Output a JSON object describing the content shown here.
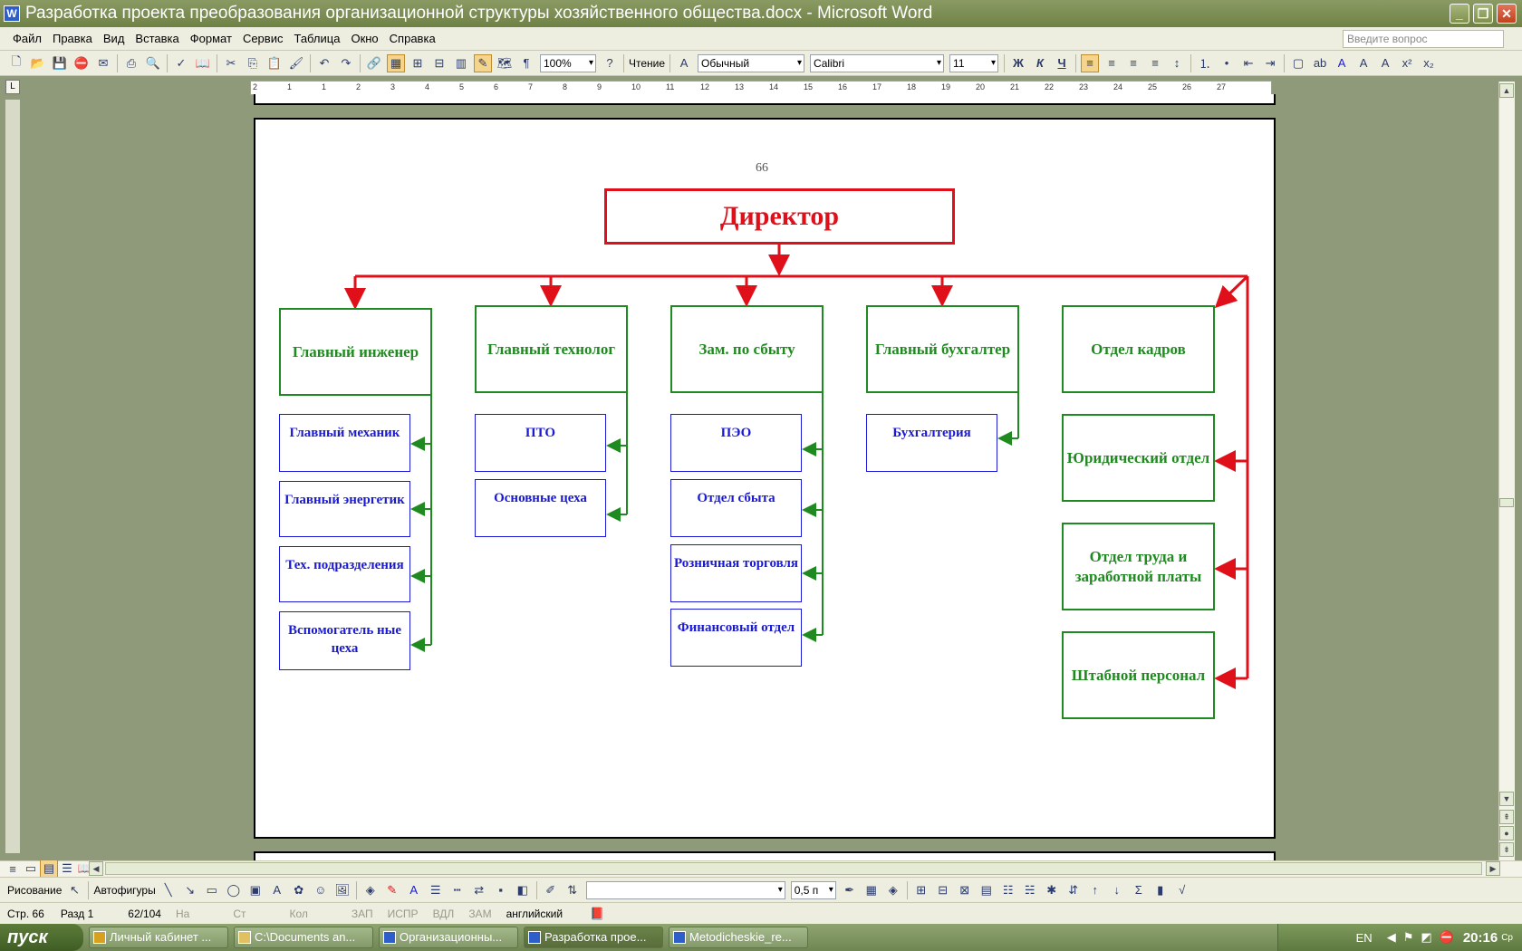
{
  "window": {
    "title": "Разработка проекта преобразования организационной структуры хозяйственного общества.docx - Microsoft Word",
    "app_icon": "W"
  },
  "menu": {
    "items": [
      "Файл",
      "Правка",
      "Вид",
      "Вставка",
      "Формат",
      "Сервис",
      "Таблица",
      "Окно",
      "Справка"
    ],
    "help_placeholder": "Введите вопрос"
  },
  "toolbar": {
    "zoom": "100%",
    "reading": "Чтение",
    "style": "Обычный",
    "font": "Calibri",
    "size": "11",
    "bold": "Ж",
    "italic": "К",
    "underline": "Ч"
  },
  "ruler": {
    "ticks": [
      "2",
      "1",
      "1",
      "2",
      "3",
      "4",
      "5",
      "6",
      "7",
      "8",
      "9",
      "10",
      "11",
      "12",
      "13",
      "14",
      "15",
      "16",
      "17",
      "18",
      "19",
      "20",
      "21",
      "22",
      "23",
      "24",
      "25",
      "26",
      "27"
    ]
  },
  "document": {
    "page_number": "66",
    "director": "Директор",
    "heads": [
      "Главный инженер",
      "Главный технолог",
      "Зам. по сбыту",
      "Главный бухгалтер",
      "Отдел кадров"
    ],
    "col1": [
      "Главный механик",
      "Главный энергетик",
      "Тех. подразделения",
      "Вспомогатель ные цеха"
    ],
    "col2": [
      "ПТО",
      "Основные цеха"
    ],
    "col3": [
      "ПЭО",
      "Отдел сбыта",
      "Розничная торговля",
      "Финансовый отдел"
    ],
    "col4": [
      "Бухгалтерия"
    ],
    "col5": [
      "Юридический отдел",
      "Отдел труда и заработной платы",
      "Штабной персонал"
    ]
  },
  "drawbar": {
    "drawing": "Рисование",
    "autoshapes": "Автофигуры",
    "line_width": "0,5 п"
  },
  "status": {
    "page": "Стр. 66",
    "section": "Разд 1",
    "count": "62/104",
    "at": "На",
    "line": "Ст",
    "col": "Кол",
    "rec": "ЗАП",
    "trk": "ИСПР",
    "ext": "ВДЛ",
    "ovr": "ЗАМ",
    "lang": "английский"
  },
  "taskbar": {
    "start": "пуск",
    "tasks": [
      "Личный кабинет ...",
      "C:\\Documents an...",
      "Организационны...",
      "Разработка прое...",
      "Metodicheskie_re..."
    ],
    "lang": "EN",
    "clock": "20:16",
    "day": "Ср"
  },
  "colors": {
    "director": "#e0101a",
    "head": "#1f8a1f",
    "unit": "#1a1ad6"
  }
}
